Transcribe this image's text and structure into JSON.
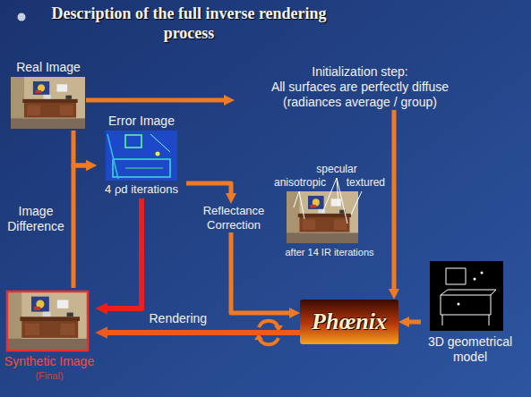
{
  "diagram": {
    "title": "Description of the full inverse rendering process",
    "nodes": [
      {
        "text": [
          "Real Image"
        ]
      },
      {
        "text": [
          "Initialization step:",
          "All surfaces are perfectly diffuse (radiances average / group)"
        ]
      },
      {
        "text": [
          "Error Image",
          "4 ρd iterations"
        ]
      },
      {
        "text": [
          "Reflectance Correction"
        ]
      },
      {
        "text": [
          "specular",
          "anisotropic",
          "textured",
          "after 14 IR iterations"
        ]
      },
      {
        "text": [
          "Phœnix"
        ]
      },
      {
        "text": [
          "3D geometrical model"
        ]
      },
      {
        "text": [
          "Synthetic Image",
          "(Final)"
        ]
      }
    ],
    "edges": [
      {
        "from": 0,
        "to": 1,
        "arrow": "to"
      },
      {
        "from": 0,
        "to": 2,
        "arrow": "to"
      },
      {
        "from": 7,
        "to": 2,
        "arrow": "to"
      },
      {
        "from": 2,
        "to": 3,
        "arrow": "to"
      },
      {
        "from": 1,
        "to": 5,
        "arrow": "to"
      },
      {
        "from": 3,
        "to": 5,
        "arrow": "to"
      },
      {
        "from": 6,
        "to": 5,
        "arrow": "to"
      },
      {
        "from": 2,
        "to": 7,
        "arrow": "to"
      },
      {
        "from": 5,
        "to": 7,
        "label": "Rendering",
        "arrow": "to"
      }
    ],
    "labels": [
      "Image Difference"
    ]
  }
}
